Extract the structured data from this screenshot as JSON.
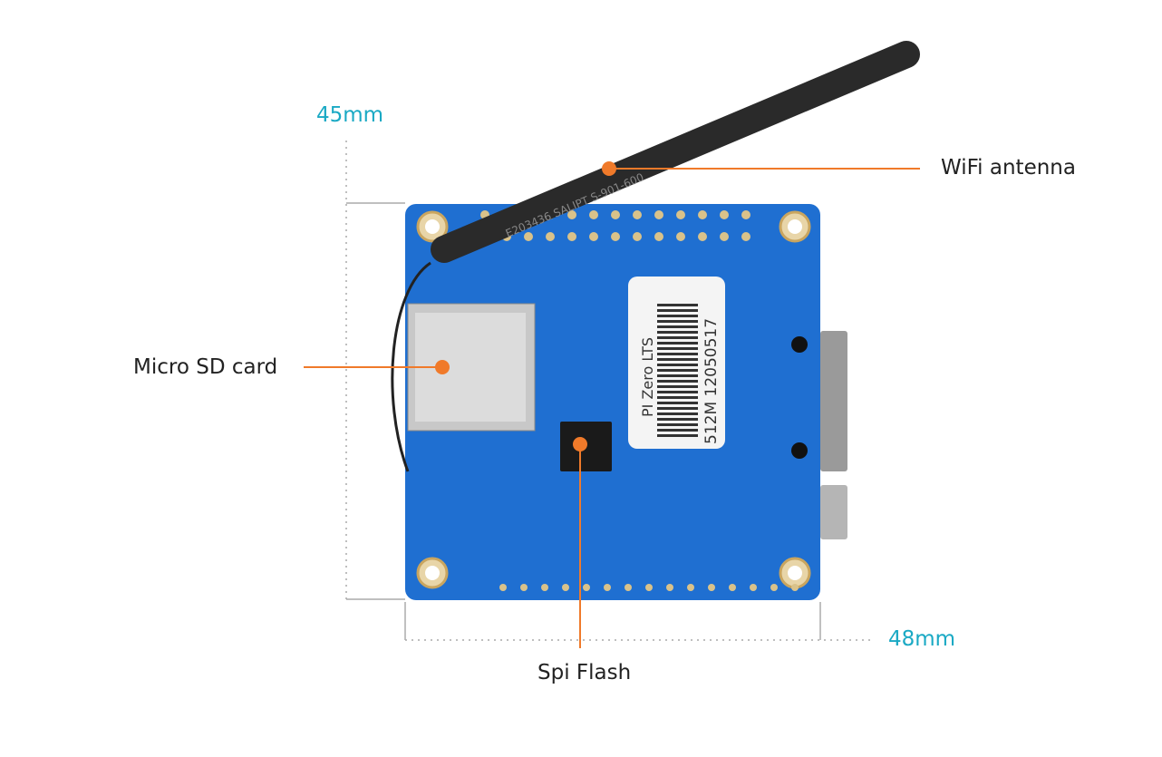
{
  "dimensions": {
    "height_label": "45mm",
    "width_label": "48mm"
  },
  "callouts": [
    {
      "label": "WiFi antenna"
    },
    {
      "label": "Micro SD card"
    },
    {
      "label": "Spi Flash"
    }
  ],
  "board": {
    "sticker_model": "PI Zero LTS",
    "sticker_serial": "512M 12050517",
    "antenna_print": "E203436 SALIPT S-901-600"
  },
  "colors": {
    "accent": "#f07a2a",
    "dimension": "#1aa9c4",
    "board": "#1f6fd1"
  }
}
